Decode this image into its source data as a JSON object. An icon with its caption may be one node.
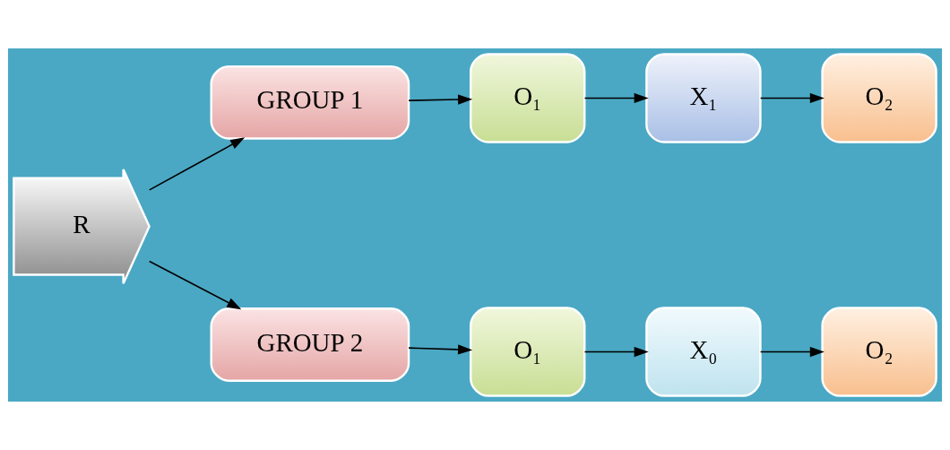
{
  "diagram": {
    "nodes": [
      {
        "text": [
          "R"
        ]
      },
      {
        "text": [
          "GROUP 1"
        ]
      },
      {
        "text": [
          "O₁"
        ]
      },
      {
        "text": [
          "X₁"
        ]
      },
      {
        "text": [
          "O₂"
        ]
      },
      {
        "text": [
          "GROUP 2"
        ]
      },
      {
        "text": [
          "O₁"
        ]
      },
      {
        "text": [
          "X₀"
        ]
      },
      {
        "text": [
          "O₂"
        ]
      }
    ],
    "edges": [
      {
        "from": 0,
        "to": 1,
        "arrow": "to"
      },
      {
        "from": 1,
        "to": 2,
        "arrow": "to"
      },
      {
        "from": 2,
        "to": 3,
        "arrow": "to"
      },
      {
        "from": 3,
        "to": 4,
        "arrow": "to"
      },
      {
        "from": 0,
        "to": 5,
        "arrow": "to"
      },
      {
        "from": 5,
        "to": 6,
        "arrow": "to"
      },
      {
        "from": 6,
        "to": 7,
        "arrow": "to"
      },
      {
        "from": 7,
        "to": 8,
        "arrow": "to"
      }
    ]
  }
}
